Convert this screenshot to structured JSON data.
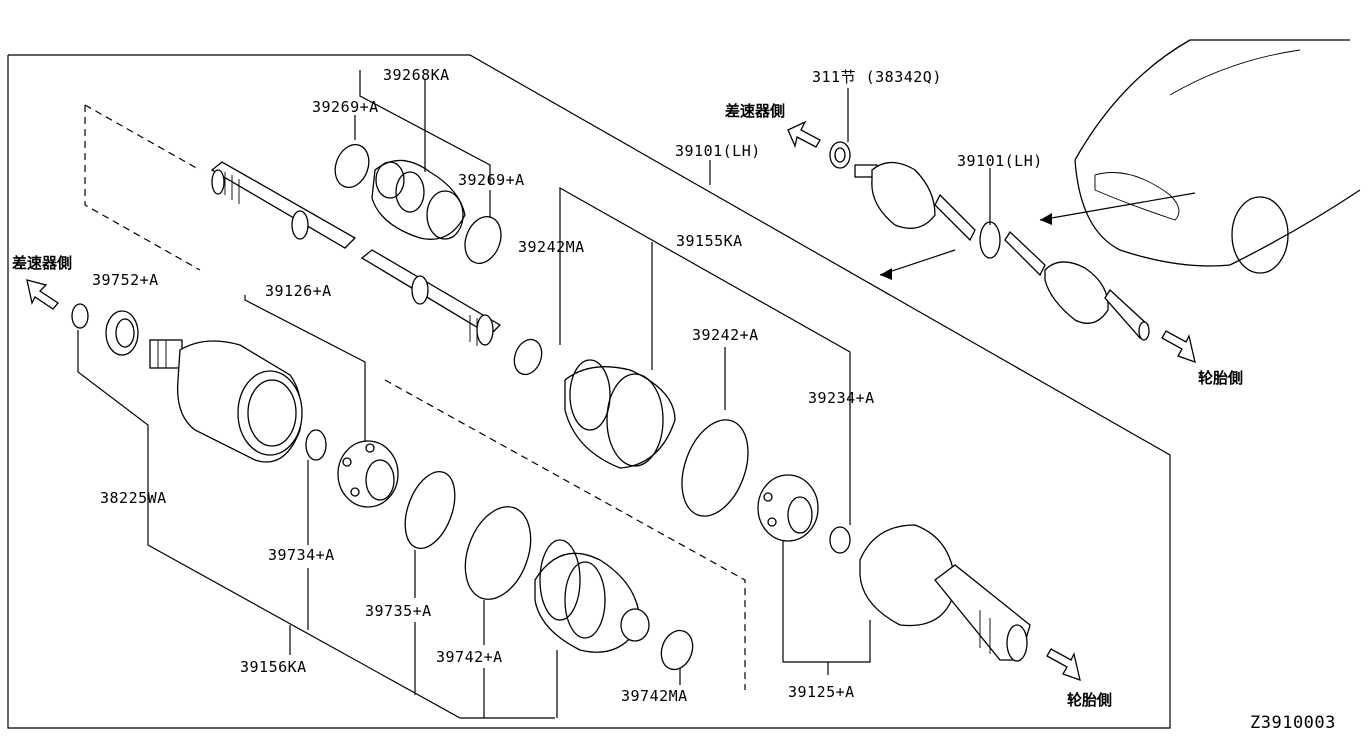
{
  "diagram_code": "Z3910003",
  "direction_labels": {
    "diff_side_top": "差速器側",
    "diff_side_left": "差速器側",
    "tire_side_right": "轮胎側",
    "tire_side_bottom": "轮胎側"
  },
  "parts": {
    "p39268KA": "39268KA",
    "p39269A_top": "39269+A",
    "p39269A_mid": "39269+A",
    "p39101LH_box": "39101(LH)",
    "p39101LH_car": "39101(LH)",
    "p311": "311节 (38342Q)",
    "p39242MA": "39242MA",
    "p39155KA": "39155KA",
    "p39242A": "39242+A",
    "p39234A": "39234+A",
    "p39752A": "39752+A",
    "p39126A": "39126+A",
    "p38225WA": "38225WA",
    "p39734A": "39734+A",
    "p39735A": "39735+A",
    "p39742A": "39742+A",
    "p39742MA": "39742MA",
    "p39156KA": "39156KA",
    "p39125A": "39125+A"
  }
}
